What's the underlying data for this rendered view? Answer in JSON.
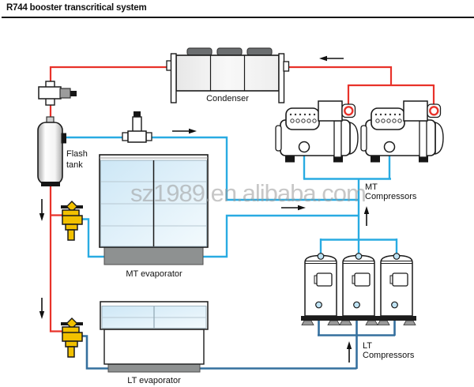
{
  "title": "R744 booster transcritical system",
  "watermark": "sz1989.en.alibaba.com",
  "labels": {
    "condenser": "Condenser",
    "flash_tank": "Flash tank",
    "mt_evaporator": "MT evaporator",
    "lt_evaporator": "LT evaporator",
    "mt_compressors": "MT Compressors",
    "lt_compressors": "LT Compressors"
  },
  "colors": {
    "discharge_line": "#e8322a",
    "mt_line": "#29abe2",
    "lt_line": "#35709e",
    "valve": "#f2c100",
    "arrow": "#111111",
    "outline": "#1a1a1a"
  }
}
